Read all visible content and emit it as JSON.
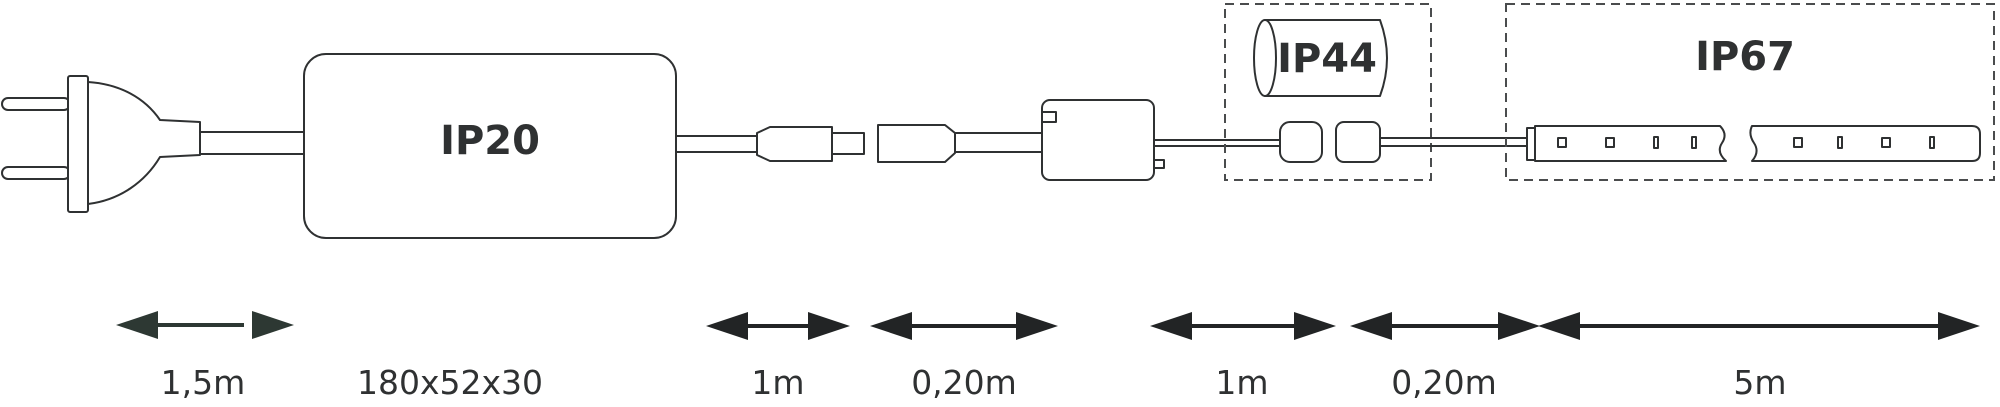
{
  "colors": {
    "line": "#2f3132",
    "arrow_dark": "#222425",
    "arrow_first": "#2d3833",
    "dashed": "#4a4c4d"
  },
  "protection_labels": {
    "power_supply": "IP20",
    "connector_zone": "IP44",
    "strip_zone": "IP67"
  },
  "dimensions": {
    "cable_plug": "1,5m",
    "power_supply_size": "180x52x30",
    "cable_1": "1m",
    "cable_2": "0,20m",
    "cable_3": "1m",
    "cable_4": "0,20m",
    "strip_length": "5m"
  }
}
